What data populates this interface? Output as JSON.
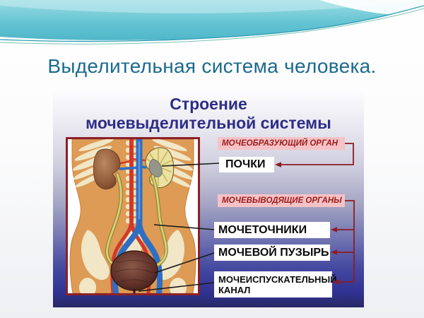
{
  "slide": {
    "title": "Выделительная система человека."
  },
  "diagram": {
    "title_line1": "Строение",
    "title_line2": "мочевыделительной системы",
    "category_labels": [
      {
        "text": "МОЧЕОБРАЗУЮЩИЙ ОРГАН"
      },
      {
        "text": "МОЧЕВЫВОДЯЩИЕ ОРГАНЫ"
      }
    ],
    "organ_labels": [
      {
        "text": "ПОЧКИ"
      },
      {
        "text": "МОЧЕТОЧНИКИ"
      },
      {
        "text": "МОЧЕВОЙ ПУЗЫРЬ"
      },
      {
        "text": "МОЧЕИСПУСКАТЕЛЬНЫЙ КАНАЛ"
      }
    ]
  },
  "colors": {
    "slide_title_text": "#1b6a8e",
    "diagram_title_text": "#2e2d86",
    "category_label_bg": "#f6c2c6",
    "category_label_text": "#9b1b1b",
    "organ_label_bg": "#ffffff",
    "organ_label_text": "#0a0a0a",
    "connector_red": "#8c1c22",
    "connector_black": "#1a1a1a",
    "illustration_border": "#8c2027",
    "wave_teal": "#5fc0cf",
    "panel_gradient_bottom": "#2d2f85",
    "skin": "#dd9b55",
    "bone_cream": "#f1e6c6",
    "artery_red": "#d2382b",
    "vein_blue": "#2e6fc4",
    "ureter_yellow": "#d8cf72",
    "bladder_brown": "#5f3028"
  }
}
